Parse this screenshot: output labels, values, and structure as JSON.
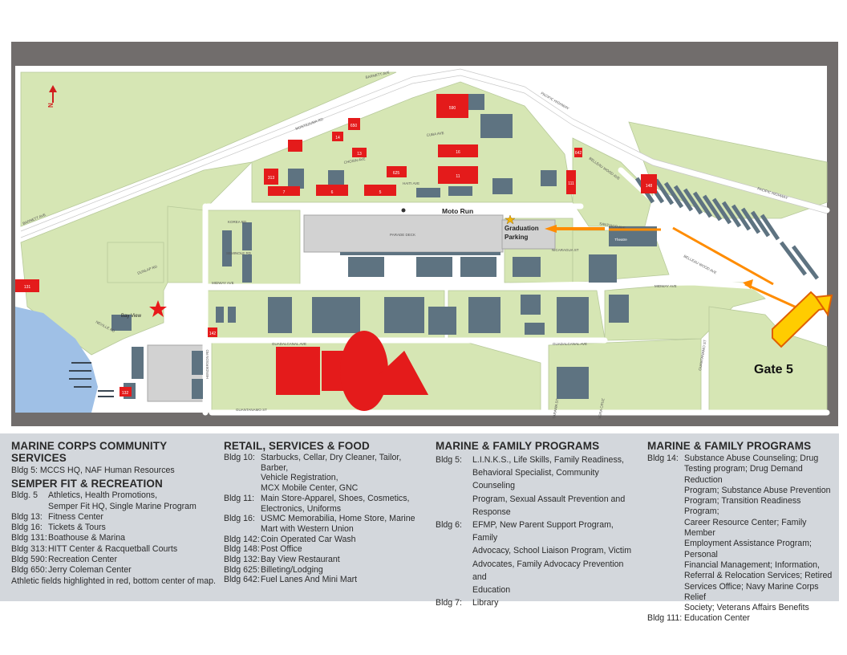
{
  "map": {
    "north": "N",
    "roads": {
      "barnett_top": "BARNETT AVE",
      "barnett_left": "BARNETT AVE",
      "pacific_top": "PACIFIC HIGHWAY",
      "pacific_right": "PACIFIC HIGHWAY",
      "montezuma": "MONTEZUMA RD",
      "chosin": "CHOSIN AVE",
      "cuba": "CUBA AVE",
      "haiti": "HAITI AVE",
      "korea": "KOREA RD",
      "seminole": "SEMINOLE RD",
      "midway_left": "MIDWAY AVE",
      "midway_right": "MIDWAY AVE",
      "dunlap": "DUNLAP RD",
      "neville": "NEVILLE RD",
      "henderson": "HENDERSON RD",
      "guadalcanal_l": "GUADALCANAL AVE",
      "guadalcanal_r": "GUADALCANAL AVE",
      "guantanamo_bottom": "GUANTANAMO ST",
      "guantanamo_right": "GUANTANAMO ST",
      "tarawa": "TARAWA ST",
      "vera_cruz": "VERA CRUZ",
      "santiago": "SANTIAGO AVE",
      "nicaragua": "NICARAGUA ST",
      "belleau_wood_top": "BELLEAU WOOD AVE",
      "belleau_wood_bottom": "BELLEAU WOOD AVE"
    },
    "labels": {
      "moto_run": "Moto Run",
      "graduation_parking_1": "Graduation",
      "graduation_parking_2": "Parking",
      "parade_deck": "PARADE DECK",
      "bay_view": "Bay View",
      "gate": "Gate 5",
      "theatre": "Theatre"
    },
    "buildings": [
      "590",
      "650",
      "14",
      "13",
      "313",
      "7",
      "6",
      "5",
      "625",
      "16",
      "11",
      "111",
      "642",
      "148",
      "132",
      "131",
      "142"
    ],
    "colors": {
      "road": "#ffffff",
      "grass": "#d6e6b4",
      "building": "#5e7381",
      "highlight": "#e41b1b",
      "arrow": "#ffcc00",
      "frame": "#716d6c"
    }
  },
  "legend": {
    "col1": {
      "heading": "MARINE CORPS COMMUNITY SERVICES",
      "line": "Bldg 5: MCCS HQ, NAF Human Resources",
      "heading2": "SEMPER FIT & RECREATION",
      "rows": [
        {
          "bldg": "Bldg. 5",
          "text": "Athletics, Health Promotions,"
        },
        {
          "bldg": "",
          "text": "Semper Fit HQ, Single Marine Program"
        },
        {
          "bldg": "Bldg 13:",
          "text": "Fitness Center"
        },
        {
          "bldg": "Bldg 16:",
          "text": "Tickets & Tours"
        },
        {
          "bldg": "Bldg 131:",
          "text": "Boathouse & Marina"
        },
        {
          "bldg": "Bldg 313:",
          "text": "HITT Center & Racquetball Courts"
        },
        {
          "bldg": "Bldg 590:",
          "text": "Recreation Center"
        },
        {
          "bldg": "Bldg 650:",
          "text": "Jerry Coleman Center"
        }
      ],
      "note": "Athletic fields highlighted in red, bottom center of map."
    },
    "col2": {
      "heading": "RETAIL, SERVICES & FOOD",
      "rows": [
        {
          "bldg": "Bldg 10:",
          "text": "Starbucks, Cellar, Dry Cleaner, Tailor, Barber,"
        },
        {
          "bldg": "",
          "text": "Vehicle Registration,"
        },
        {
          "bldg": "",
          "text": "MCX Mobile Center, GNC"
        },
        {
          "bldg": "Bldg 11:",
          "text": "Main Store-Apparel, Shoes, Cosmetics,"
        },
        {
          "bldg": "",
          "text": "Electronics, Uniforms"
        },
        {
          "bldg": "Bldg 16:",
          "text": "USMC Memorabilia, Home Store, Marine"
        },
        {
          "bldg": "",
          "text": "Mart with Western Union"
        },
        {
          "bldg": "Bldg 142:",
          "text": "Coin Operated Car Wash"
        },
        {
          "bldg": "Bldg 148:",
          "text": "Post Office"
        },
        {
          "bldg": "Bldg 132:",
          "text": "Bay View Restaurant"
        },
        {
          "bldg": "Bldg 625:",
          "text": "Billeting/Lodging"
        },
        {
          "bldg": "Bldg 642:",
          "text": "Fuel Lanes And Mini Mart"
        }
      ]
    },
    "col3": {
      "heading": "MARINE & FAMILY PROGRAMS",
      "rows": [
        {
          "bldg": "Bldg 5:",
          "text": "L.I.N.K.S., Life Skills, Family Readiness,"
        },
        {
          "bldg": "",
          "text": "Behavioral Specialist, Community Counseling"
        },
        {
          "bldg": "",
          "text": "Program, Sexual Assault Prevention and"
        },
        {
          "bldg": "",
          "text": "Response"
        },
        {
          "bldg": "Bldg 6:",
          "text": "EFMP, New Parent Support Program, Family"
        },
        {
          "bldg": "",
          "text": "Advocacy, School Liaison Program, Victim"
        },
        {
          "bldg": "",
          "text": "Advocates, Family Advocacy Prevention and"
        },
        {
          "bldg": "",
          "text": "Education"
        },
        {
          "bldg": "Bldg 7:",
          "text": "Library"
        }
      ]
    },
    "col4": {
      "heading": "MARINE & FAMILY PROGRAMS",
      "rows": [
        {
          "bldg": "Bldg 14:",
          "text": "Substance Abuse Counseling; Drug"
        },
        {
          "bldg": "",
          "text": "Testing program; Drug Demand Reduction"
        },
        {
          "bldg": "",
          "text": "Program; Substance Abuse Prevention"
        },
        {
          "bldg": "",
          "text": "Program; Transition Readiness Program;"
        },
        {
          "bldg": "",
          "text": "Career Resource Center; Family Member"
        },
        {
          "bldg": "",
          "text": "Employment Assistance Program; Personal"
        },
        {
          "bldg": "",
          "text": "Financial Management; Information,"
        },
        {
          "bldg": "",
          "text": "Referral & Relocation Services; Retired"
        },
        {
          "bldg": "",
          "text": "Services Office; Navy Marine Corps Relief"
        },
        {
          "bldg": "",
          "text": "Society; Veterans Affairs Benefits"
        },
        {
          "bldg": "Bldg 111:",
          "text": "Education Center"
        }
      ]
    }
  }
}
